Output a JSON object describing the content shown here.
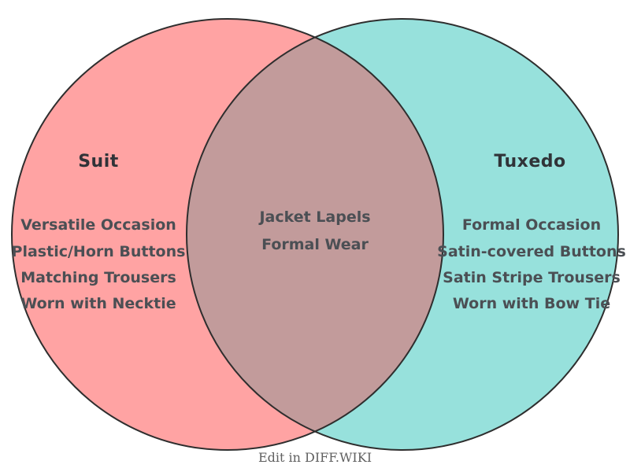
{
  "venn": {
    "left": {
      "title": "Suit",
      "items": [
        "Versatile Occasion",
        "Plastic/Horn Buttons",
        "Matching Trousers",
        "Worn with Necktie"
      ],
      "fill": "#FFA3A3"
    },
    "right": {
      "title": "Tuxedo",
      "items": [
        "Formal Occasion",
        "Satin-covered Buttons",
        "Satin Stripe Trousers",
        "Worn with Bow Tie"
      ],
      "fill": "#97E1DC"
    },
    "intersection": {
      "items": [
        "Jacket Lapels",
        "Formal Wear"
      ],
      "fill": "#C29B9B"
    },
    "outline_color": "#2E2E2E",
    "title_color": "#303338",
    "item_color": "#4B4F54"
  },
  "footer": {
    "label": "Edit in DIFF.WIKI",
    "color": "#606060"
  }
}
